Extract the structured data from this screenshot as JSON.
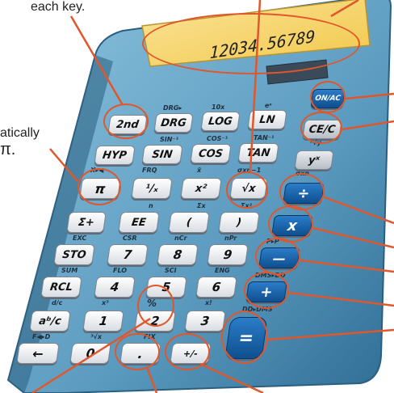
{
  "captions": {
    "top_left": "each key.",
    "mid_left_line1": "atically",
    "mid_left_line2": "π."
  },
  "display": {
    "value": "12034.56789"
  },
  "keys": {
    "onac": "ON/AC",
    "second": "2nd",
    "drg": "DRG",
    "log": "LOG",
    "ln": "LN",
    "cec": "CE/C",
    "hyp": "HYP",
    "sin": "SIN",
    "cos": "COS",
    "tan": "TAN",
    "yx": "yˣ",
    "pi": "π",
    "recip": "¹/ₓ",
    "x2": "x²",
    "sqrt": "√x",
    "div": "÷",
    "sigma": "Σ+",
    "ee": "EE",
    "lparen": "(",
    "rparen": ")",
    "mul": "x",
    "sto": "STO",
    "n7": "7",
    "n8": "8",
    "n9": "9",
    "minus": "—",
    "rcl": "RCL",
    "n4": "4",
    "n5": "5",
    "n6": "6",
    "plus": "+",
    "abc": "aᵇ/c",
    "n1": "1",
    "n2": "2",
    "n3": "3",
    "equals": "=",
    "back": "←",
    "n0": "0",
    "dot": ".",
    "neg": "+/-"
  },
  "second_labels": {
    "drg_arrow": "DRG▸",
    "tenx": "10x",
    "ex": "eˣ",
    "sin_inv": "SIN⁻¹",
    "cos_inv": "COS⁻¹",
    "tan_inv": "TAN⁻¹",
    "x_root_y": "ˣ√y",
    "x_arrow": "X▸◀",
    "frq": "FRQ",
    "xbar": "x̄",
    "sigma_n1": "σxn−1",
    "sigma_n": "σxn",
    "n_label": "n",
    "sigma_x": "Σx",
    "sigma_x2": "Σx²",
    "exc": "EXC",
    "csr": "CSR",
    "ncr": "nCr",
    "npr": "nPr",
    "p_arrow": "P▸Ρ",
    "sum": "SUM",
    "flo": "FLO",
    "sci": "SCI",
    "eng": "ENG",
    "dms_dd": "DMS▸DD",
    "dc": "d/c",
    "x3": "x³",
    "xfact": "x!",
    "dd_dms": "DD▸DMS",
    "pct": "%",
    "f_d": "F◀▸D",
    "cuberoot": "³√x",
    "fix": "FIX"
  },
  "colors": {
    "body": "#6aa7c9",
    "body_dark": "#3d7ca3",
    "display_bg": "#f7d76a",
    "annotation": "#e0572b",
    "dark_key": "#1565b3"
  }
}
